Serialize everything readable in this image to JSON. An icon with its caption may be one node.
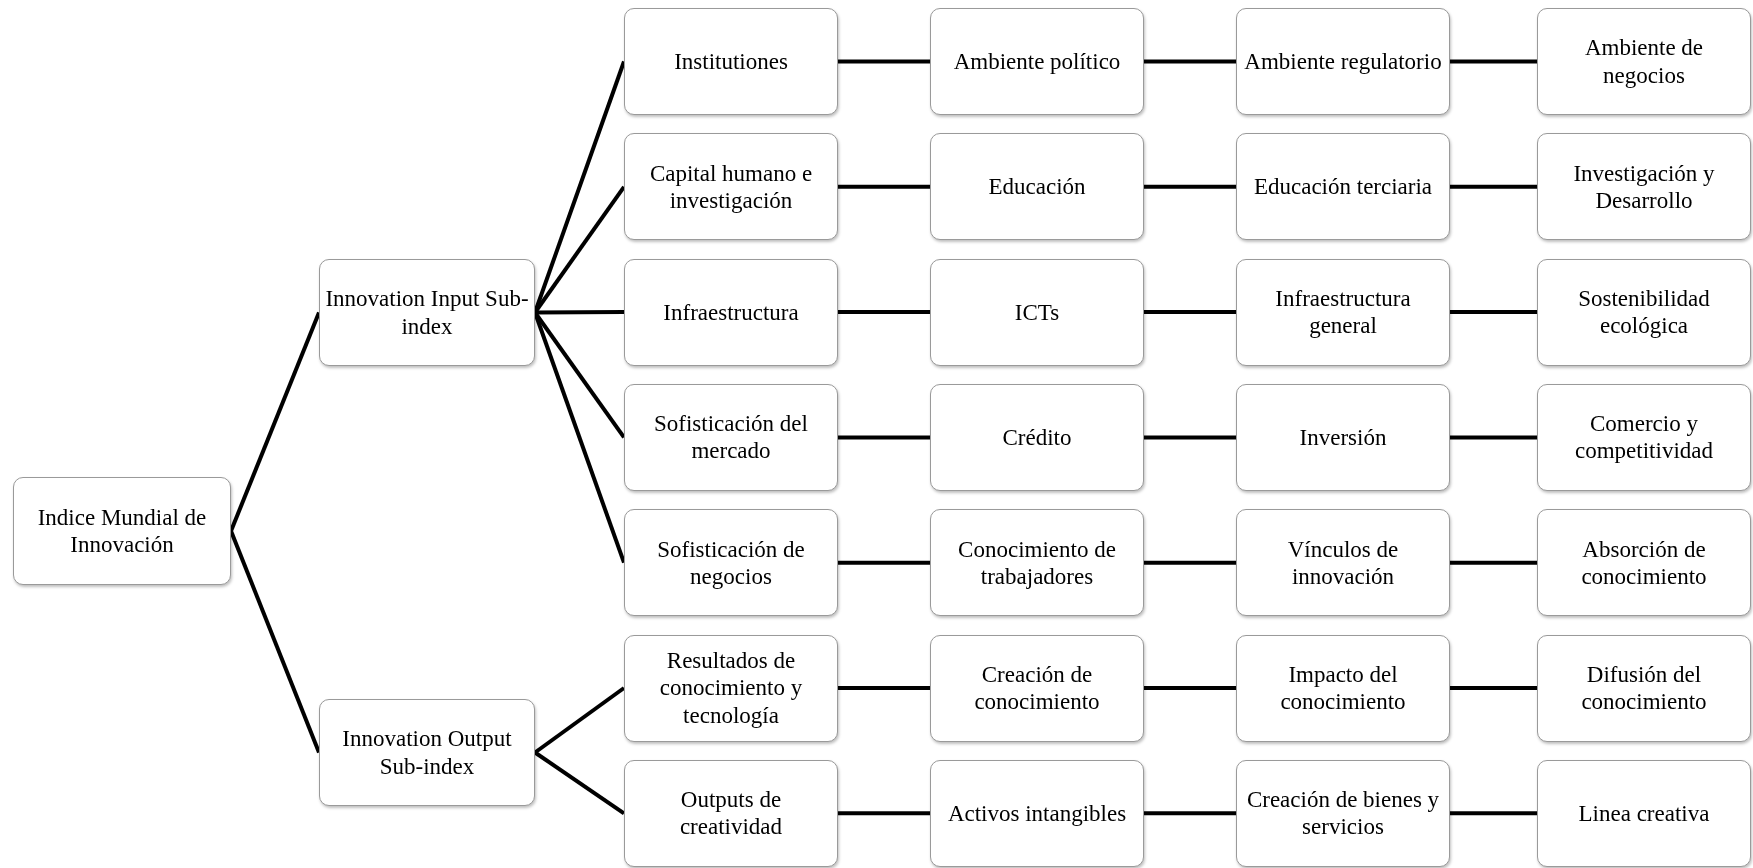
{
  "diagram": {
    "nodes": [
      {
        "text": [
          "Indice Mundial de Innovación"
        ]
      },
      {
        "text": [
          "Innovation Input Sub-index"
        ]
      },
      {
        "text": [
          "Innovation Output Sub-index"
        ]
      },
      {
        "text": [
          "Institutiones"
        ]
      },
      {
        "text": [
          "Ambiente político"
        ]
      },
      {
        "text": [
          "Ambiente regulatorio"
        ]
      },
      {
        "text": [
          "Ambiente de negocios"
        ]
      },
      {
        "text": [
          "Capital humano e investigación"
        ]
      },
      {
        "text": [
          "Educación"
        ]
      },
      {
        "text": [
          "Educación terciaria"
        ]
      },
      {
        "text": [
          "Investigación y Desarrollo"
        ]
      },
      {
        "text": [
          "Infraestructura"
        ]
      },
      {
        "text": [
          "ICTs"
        ]
      },
      {
        "text": [
          "Infraestructura general"
        ]
      },
      {
        "text": [
          "Sostenibilidad ecológica"
        ]
      },
      {
        "text": [
          "Sofisticación del mercado"
        ]
      },
      {
        "text": [
          "Crédito"
        ]
      },
      {
        "text": [
          "Inversión"
        ]
      },
      {
        "text": [
          "Comercio y competitividad"
        ]
      },
      {
        "text": [
          "Sofisticación de negocios"
        ]
      },
      {
        "text": [
          "Conocimiento de trabajadores"
        ]
      },
      {
        "text": [
          "Vínculos de innovación"
        ]
      },
      {
        "text": [
          "Absorción de conocimiento"
        ]
      },
      {
        "text": [
          "Resultados de conocimiento y tecnología"
        ]
      },
      {
        "text": [
          "Creación de conocimiento"
        ]
      },
      {
        "text": [
          "Impacto del conocimiento"
        ]
      },
      {
        "text": [
          "Difusión del conocimiento"
        ]
      },
      {
        "text": [
          "Outputs de creatividad"
        ]
      },
      {
        "text": [
          "Activos intangibles"
        ]
      },
      {
        "text": [
          "Creación de bienes y servicios"
        ]
      },
      {
        "text": [
          "Linea creativa"
        ]
      }
    ],
    "edges": [
      {
        "from": 0,
        "to": 1,
        "arrow": "none"
      },
      {
        "from": 0,
        "to": 2,
        "arrow": "none"
      },
      {
        "from": 1,
        "to": 3,
        "arrow": "none"
      },
      {
        "from": 1,
        "to": 7,
        "arrow": "none"
      },
      {
        "from": 1,
        "to": 11,
        "arrow": "none"
      },
      {
        "from": 1,
        "to": 15,
        "arrow": "none"
      },
      {
        "from": 1,
        "to": 19,
        "arrow": "none"
      },
      {
        "from": 2,
        "to": 23,
        "arrow": "none"
      },
      {
        "from": 2,
        "to": 27,
        "arrow": "none"
      },
      {
        "from": 3,
        "to": 4,
        "arrow": "none"
      },
      {
        "from": 4,
        "to": 5,
        "arrow": "none"
      },
      {
        "from": 5,
        "to": 6,
        "arrow": "none"
      },
      {
        "from": 7,
        "to": 8,
        "arrow": "none"
      },
      {
        "from": 8,
        "to": 9,
        "arrow": "none"
      },
      {
        "from": 9,
        "to": 10,
        "arrow": "none"
      },
      {
        "from": 11,
        "to": 12,
        "arrow": "none"
      },
      {
        "from": 12,
        "to": 13,
        "arrow": "none"
      },
      {
        "from": 13,
        "to": 14,
        "arrow": "none"
      },
      {
        "from": 15,
        "to": 16,
        "arrow": "none"
      },
      {
        "from": 16,
        "to": 17,
        "arrow": "none"
      },
      {
        "from": 17,
        "to": 18,
        "arrow": "none"
      },
      {
        "from": 19,
        "to": 20,
        "arrow": "none"
      },
      {
        "from": 20,
        "to": 21,
        "arrow": "none"
      },
      {
        "from": 21,
        "to": 22,
        "arrow": "none"
      },
      {
        "from": 23,
        "to": 24,
        "arrow": "none"
      },
      {
        "from": 24,
        "to": 25,
        "arrow": "none"
      },
      {
        "from": 25,
        "to": 26,
        "arrow": "none"
      },
      {
        "from": 27,
        "to": 28,
        "arrow": "none"
      },
      {
        "from": 28,
        "to": 29,
        "arrow": "none"
      },
      {
        "from": 29,
        "to": 30,
        "arrow": "none"
      }
    ]
  }
}
